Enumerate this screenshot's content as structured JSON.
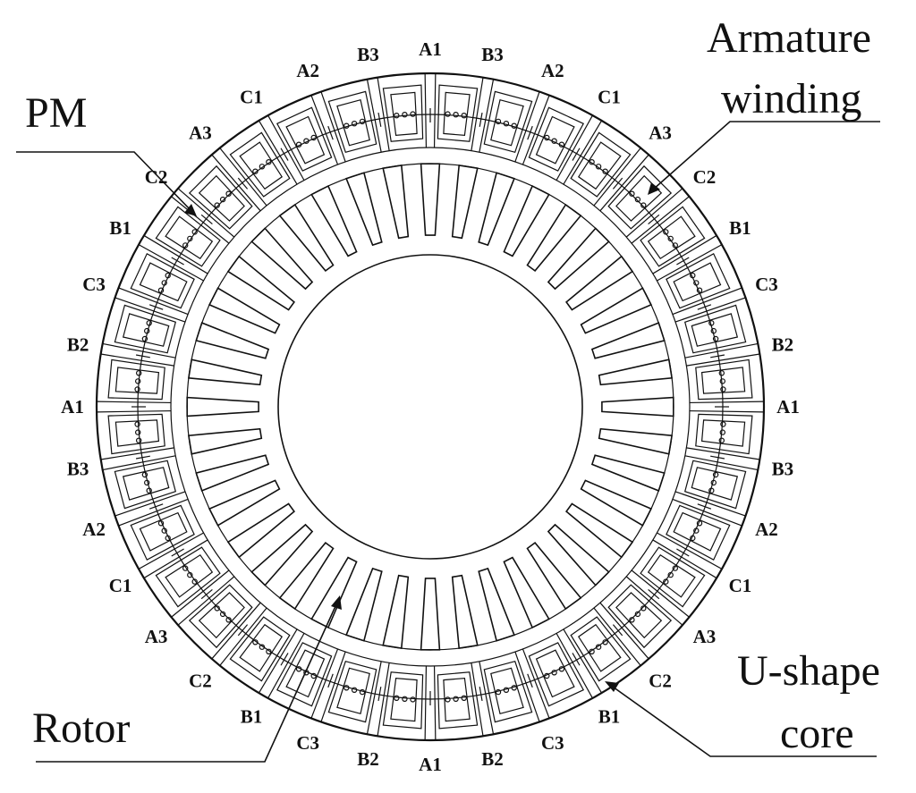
{
  "diagram": {
    "slot_labels": [
      "A1",
      "B3",
      "A2",
      "C1",
      "A3",
      "C2",
      "B1",
      "C3",
      "B2",
      "A1",
      "B3",
      "A2",
      "C1",
      "A3",
      "C2",
      "B1",
      "C3",
      "B2",
      "A1",
      "B2",
      "C3",
      "B1",
      "C2",
      "A3",
      "C1",
      "A2",
      "B3",
      "A1",
      "B2",
      "C3",
      "B1",
      "C2",
      "A3",
      "C1",
      "A2",
      "B3"
    ],
    "callouts": {
      "armature_line1": "Armature",
      "armature_line2": "winding",
      "pm": "PM",
      "rotor": "Rotor",
      "ushape_line1": "U-shape",
      "ushape_line2": "core"
    },
    "stator_slots": 36,
    "rotor_teeth": 40,
    "line_color": "#111111"
  }
}
